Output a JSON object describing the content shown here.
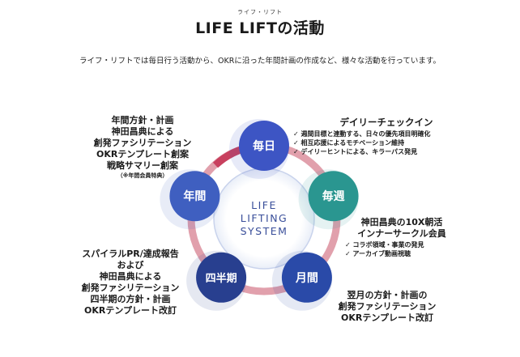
{
  "header": {
    "ruby": "ライフ・リフト",
    "title": "LIFE LIFTの活動",
    "lead": "ライフ・リフトでは毎日行う活動から、OKRに沿った年間計画の作成など、様々な活動を行っています。"
  },
  "cycle": {
    "center_lines": [
      "LIFE",
      "LIFTING",
      "SYSTEM"
    ],
    "nodes": [
      {
        "key": "daily",
        "label": "毎日",
        "color": "#3d55c4"
      },
      {
        "key": "weekly",
        "label": "毎週",
        "color": "#2a9690"
      },
      {
        "key": "monthly",
        "label": "月間",
        "color": "#2a4aa8"
      },
      {
        "key": "quarterly",
        "label": "四半期",
        "color": "#283f8f"
      },
      {
        "key": "yearly",
        "label": "年間",
        "color": "#3f5fc0"
      }
    ],
    "ring_colors": {
      "ring": "#dc8f9e",
      "arrow": "#c8405e"
    }
  },
  "annotations": {
    "daily": {
      "title": "デイリーチェックイン",
      "items": [
        "週間目標と連動する、日々の優先項目明確化",
        "相互応援によるモチベーション維持",
        "デイリーヒントによる、キラーパス発見"
      ]
    },
    "weekly": {
      "lines": [
        "神田昌典の10X朝活",
        "インナーサークル会員"
      ],
      "items": [
        "コラボ領域・事業の発見",
        "アーカイブ動画視聴"
      ]
    },
    "monthly": {
      "lines": [
        "翌月の方針・計画の",
        "創発ファシリテーション",
        "OKRテンプレート改訂"
      ]
    },
    "quarterly": {
      "lines": [
        "スパイラルPR/達成報告",
        "および",
        "神田昌典による",
        "創発ファシリテーション",
        "四半期の方針・計画",
        "OKRテンプレート改訂"
      ]
    },
    "yearly": {
      "lines": [
        "年間方針・計画",
        "神田昌典による",
        "創発ファシリテーション",
        "OKRテンプレート創案",
        "戦略サマリー創案"
      ],
      "note": "（※年間会員特典）"
    }
  }
}
